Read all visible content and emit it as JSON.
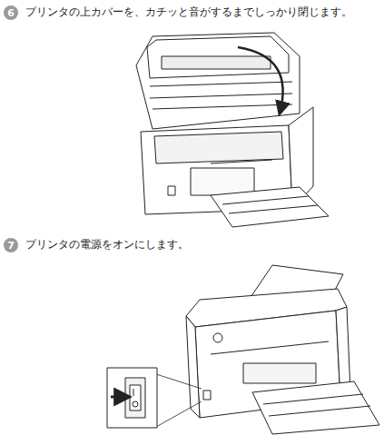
{
  "diagram": {
    "nodes": [
      {
        "text": [
          "6"
        ]
      },
      {
        "text": [
          "7"
        ]
      }
    ],
    "labels": [
      "プリンタの上カバーを、カチッと音がするまでしっかり閉じます。",
      "プリンタの電源をオンにします。"
    ]
  }
}
